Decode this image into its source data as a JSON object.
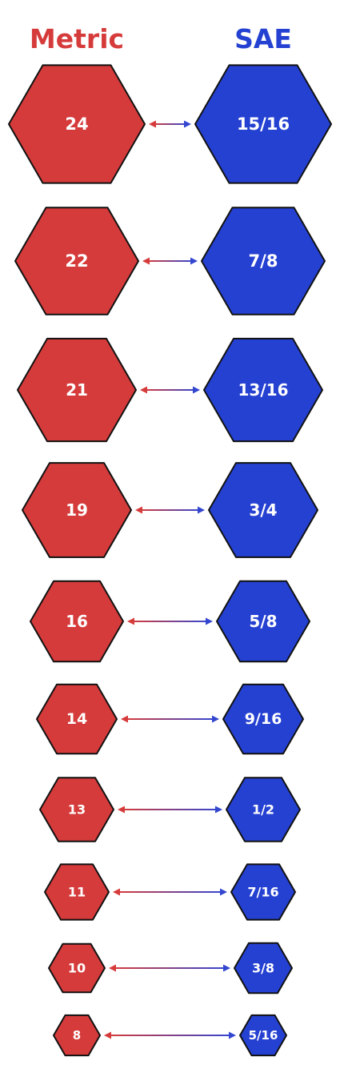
{
  "headers": {
    "metric": "Metric",
    "sae": "SAE"
  },
  "colors": {
    "metric": "#d63b3b",
    "sae": "#2541d2",
    "outline": "#111111",
    "text": "#ffffff"
  },
  "pairs": [
    {
      "metric": "24",
      "sae": "15/16"
    },
    {
      "metric": "22",
      "sae": "7/8"
    },
    {
      "metric": "21",
      "sae": "13/16"
    },
    {
      "metric": "19",
      "sae": "3/4"
    },
    {
      "metric": "16",
      "sae": "5/8"
    },
    {
      "metric": "14",
      "sae": "9/16"
    },
    {
      "metric": "13",
      "sae": "1/2"
    },
    {
      "metric": "11",
      "sae": "7/16"
    },
    {
      "metric": "10",
      "sae": "3/8"
    },
    {
      "metric": "8",
      "sae": "5/16"
    }
  ]
}
